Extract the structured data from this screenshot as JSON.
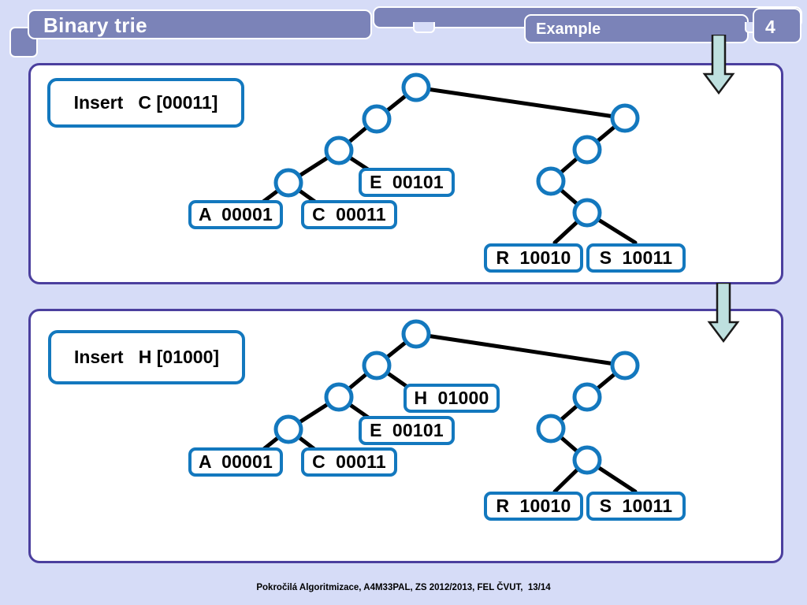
{
  "header": {
    "title": "Binary trie",
    "subtitle": "Example",
    "page_number": "4",
    "bar_color": "#7B83B8"
  },
  "footer": {
    "text": "Pokročilá Algoritmizace, A4M33PAL, ZS 2012/2013, FEL ČVUT,  13/14"
  },
  "colors": {
    "background": "#D6DCF7",
    "panel_border": "#4B3F9E",
    "node_stroke": "#1378BE",
    "edge": "#000000",
    "arrow_fill": "#BEE0DF",
    "arrow_stroke": "#1A1A1A"
  },
  "panels": [
    {
      "id": "panel-1",
      "insert_label": "Insert   C [00011]",
      "leaves": [
        {
          "name": "leaf-a",
          "text": "A  00001"
        },
        {
          "name": "leaf-c",
          "text": "C  00011"
        },
        {
          "name": "leaf-e",
          "text": "E  00101"
        },
        {
          "name": "leaf-r",
          "text": "R  10010"
        },
        {
          "name": "leaf-s",
          "text": "S  10011"
        }
      ]
    },
    {
      "id": "panel-2",
      "insert_label": "Insert   H [01000]",
      "leaves": [
        {
          "name": "leaf-a",
          "text": "A  00001"
        },
        {
          "name": "leaf-c",
          "text": "C  00011"
        },
        {
          "name": "leaf-e",
          "text": "E  00101"
        },
        {
          "name": "leaf-h",
          "text": "H  01000"
        },
        {
          "name": "leaf-r",
          "text": "R  10010"
        },
        {
          "name": "leaf-s",
          "text": "S  10011"
        }
      ]
    }
  ],
  "arrows": [
    {
      "name": "arrow-into-panel-1",
      "direction": "down"
    },
    {
      "name": "arrow-panel-1-to-panel-2",
      "direction": "down"
    }
  ]
}
